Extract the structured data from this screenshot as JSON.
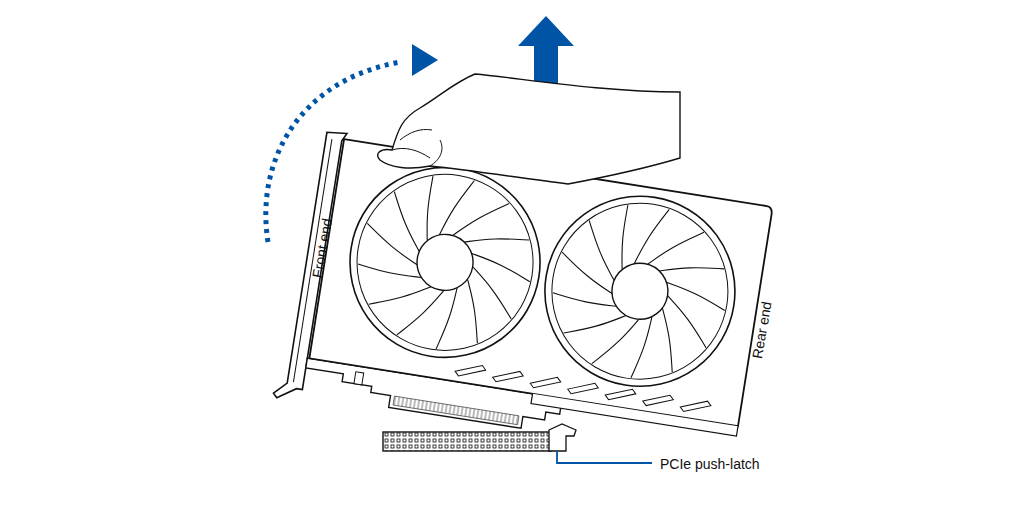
{
  "diagram": {
    "labels": [
      "Front end",
      "Rear end",
      "PCIe push-latch"
    ]
  }
}
